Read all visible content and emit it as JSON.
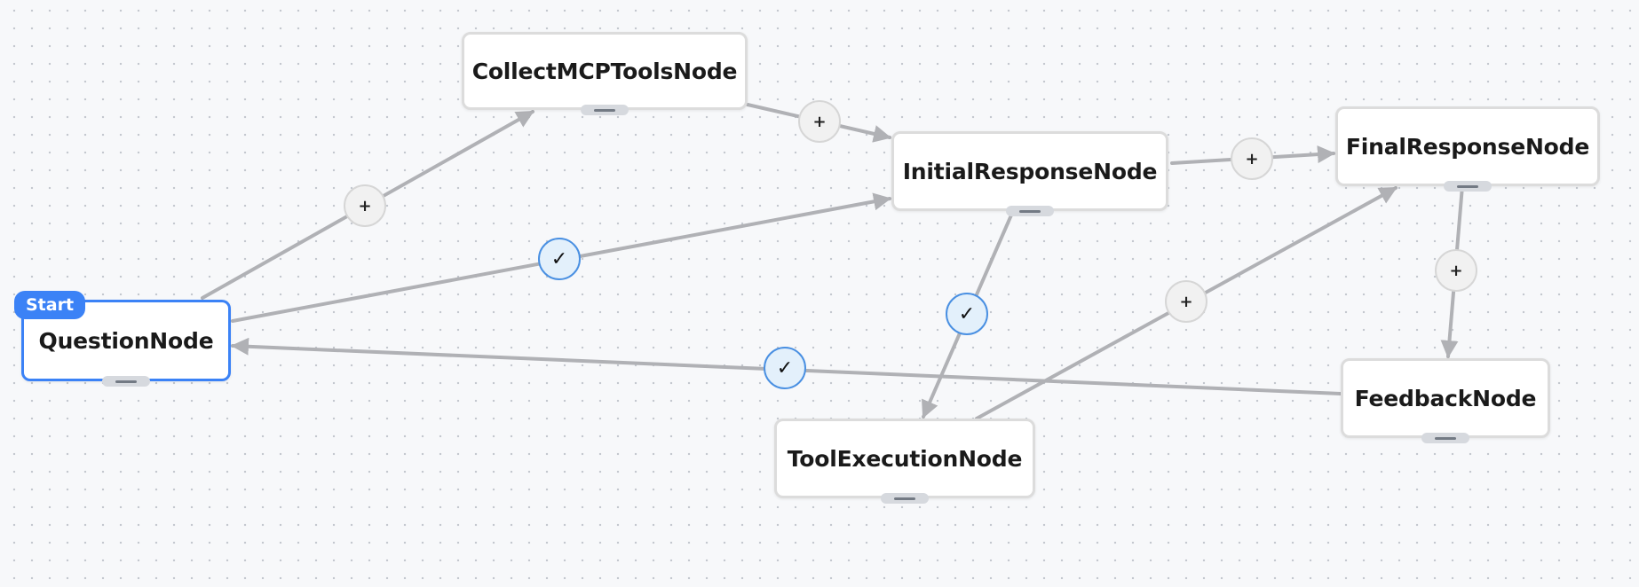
{
  "canvas": {
    "background": "#f7f8fa",
    "grid": "dotted",
    "edge_color": "#b0b1b5",
    "accent_color": "#3b82f6"
  },
  "start_badge": {
    "label": "Start"
  },
  "nodes": {
    "question": {
      "label": "QuestionNode"
    },
    "collect_mcp_tools": {
      "label": "CollectMCPToolsNode"
    },
    "initial_response": {
      "label": "InitialResponseNode"
    },
    "final_response": {
      "label": "FinalResponseNode"
    },
    "feedback": {
      "label": "FeedbackNode"
    },
    "tool_execution": {
      "label": "ToolExecutionNode"
    }
  },
  "edges": [
    {
      "from": "QuestionNode",
      "to": "CollectMCPToolsNode",
      "control": "add",
      "symbol": "+"
    },
    {
      "from": "QuestionNode",
      "to": "InitialResponseNode",
      "control": "check",
      "symbol": "✓"
    },
    {
      "from": "CollectMCPToolsNode",
      "to": "InitialResponseNode",
      "control": "add",
      "symbol": "+"
    },
    {
      "from": "InitialResponseNode",
      "to": "FinalResponseNode",
      "control": "add",
      "symbol": "+"
    },
    {
      "from": "InitialResponseNode",
      "to": "ToolExecutionNode",
      "control": "check",
      "symbol": "✓"
    },
    {
      "from": "ToolExecutionNode",
      "to": "FinalResponseNode",
      "control": "add",
      "symbol": "+"
    },
    {
      "from": "FinalResponseNode",
      "to": "FeedbackNode",
      "control": "add",
      "symbol": "+"
    },
    {
      "from": "FeedbackNode",
      "to": "QuestionNode",
      "control": "check",
      "symbol": "✓"
    }
  ]
}
